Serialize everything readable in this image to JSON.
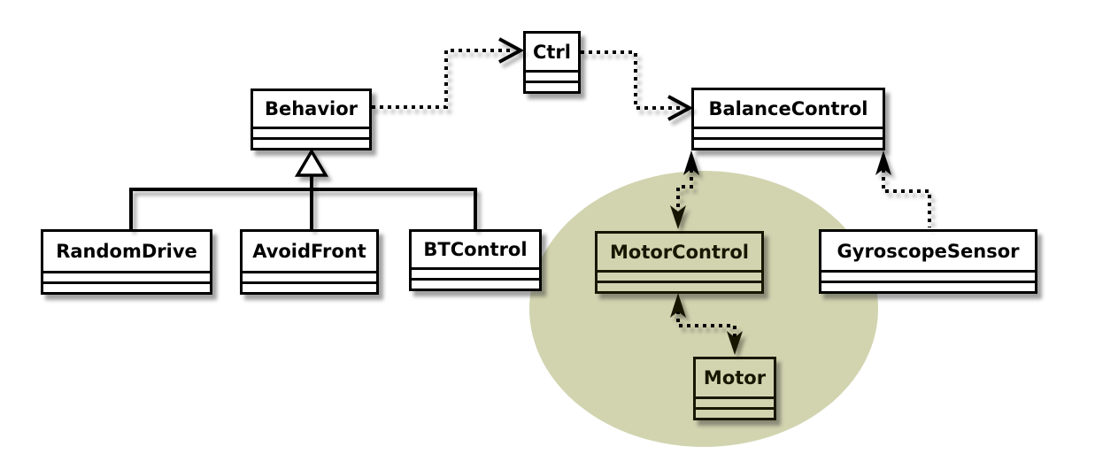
{
  "diagram": {
    "kind": "uml-class-diagram",
    "background_color": "#ffffff",
    "ink_color": "#000000",
    "highlight_color": "#d2d4b0",
    "classes": {
      "ctrl": {
        "name": "Ctrl"
      },
      "behavior": {
        "name": "Behavior"
      },
      "balance_control": {
        "name": "BalanceControl"
      },
      "random_drive": {
        "name": "RandomDrive"
      },
      "avoid_front": {
        "name": "AvoidFront"
      },
      "bt_control": {
        "name": "BTControl"
      },
      "motor_control": {
        "name": "MotorControl"
      },
      "gyroscope_sensor": {
        "name": "GyroscopeSensor"
      },
      "motor": {
        "name": "Motor"
      }
    },
    "highlighted_classes": [
      "MotorControl",
      "Motor"
    ],
    "relationships": [
      {
        "from": "Behavior",
        "to": "Ctrl",
        "style": "dotted",
        "arrowhead": "open"
      },
      {
        "from": "Ctrl",
        "to": "BalanceControl",
        "style": "dotted",
        "arrowhead": "open"
      },
      {
        "from": "BalanceControl",
        "to": "MotorControl",
        "style": "dotted",
        "arrowhead": "filled",
        "bidirectional": true
      },
      {
        "from": "MotorControl",
        "to": "Motor",
        "style": "dotted",
        "arrowhead": "filled",
        "bidirectional": true
      },
      {
        "from": "GyroscopeSensor",
        "to": "BalanceControl",
        "style": "dotted",
        "arrowhead": "filled"
      },
      {
        "from": "RandomDrive",
        "to": "Behavior",
        "style": "solid",
        "arrowhead": "hollow-triangle-generalization"
      },
      {
        "from": "AvoidFront",
        "to": "Behavior",
        "style": "solid",
        "arrowhead": "hollow-triangle-generalization"
      },
      {
        "from": "BTControl",
        "to": "Behavior",
        "style": "solid",
        "arrowhead": "hollow-triangle-generalization"
      }
    ]
  }
}
